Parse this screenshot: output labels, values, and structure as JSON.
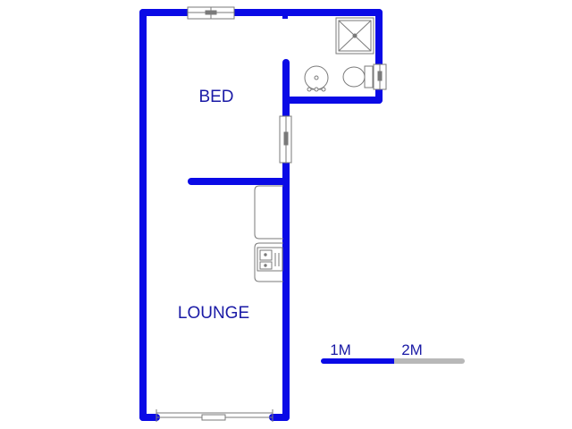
{
  "rooms": {
    "bed": "BED",
    "lounge": "LOUNGE"
  },
  "scale_bar": {
    "label_1": "1M",
    "label_2": "2M"
  },
  "colors": {
    "wall": "#0a0ae6",
    "label": "#1a1aa6",
    "fixture": "#7a7a7a",
    "scale_secondary": "#b8b8b8"
  },
  "icons": [
    "shower-icon",
    "basin-icon",
    "toilet-icon",
    "kitchen-sink-icon",
    "window-icon",
    "door-icon"
  ]
}
